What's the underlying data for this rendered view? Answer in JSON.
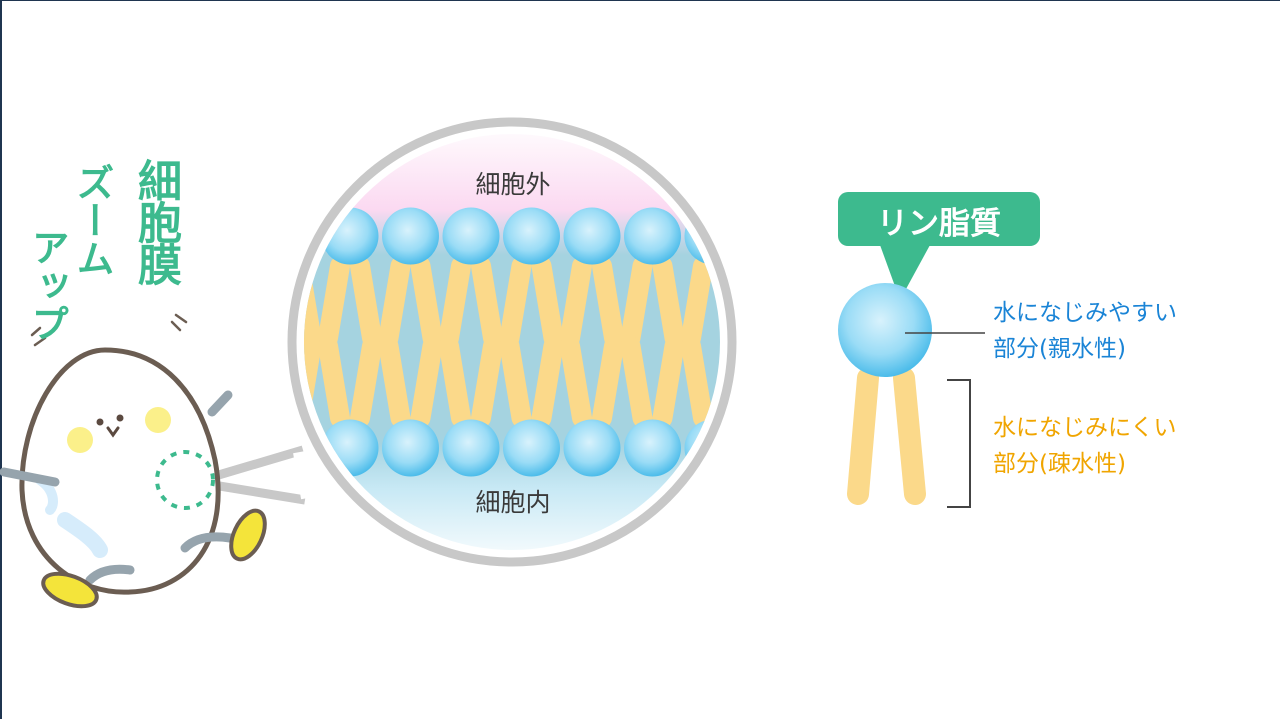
{
  "zoom_caption": {
    "line1": "細胞膜",
    "line2": "ズーム",
    "line3": "アップ"
  },
  "membrane": {
    "outside_label": "細胞外",
    "inside_label": "細胞内"
  },
  "phospholipid": {
    "title": "リン脂質",
    "hydrophilic_line1": "水になじみやすい",
    "hydrophilic_line2": "部分(親水性)",
    "hydrophobic_line1": "水になじみにくい",
    "hydrophobic_line2": "部分(疎水性)"
  },
  "colors": {
    "green": "#3dba8e",
    "blue_text": "#1a84d6",
    "orange_text": "#f0a500",
    "tail": "#fbd98a",
    "head": "#5cc3ec",
    "ring": "#c8c8c8"
  }
}
